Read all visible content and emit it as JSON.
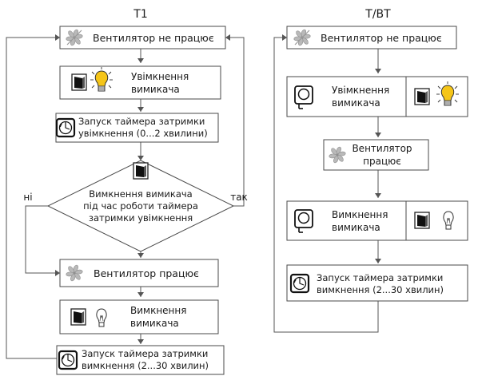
{
  "t1": {
    "title": "T1",
    "fan_off": "Вентилятор не працює",
    "switch_on": [
      "Увімкнення",
      "вимикача"
    ],
    "timer_on": [
      "Запуск таймера затримки",
      "увімкнення (0...2 хвилини)"
    ],
    "decision": [
      "Вимкнення вимикача",
      "під час роботи таймера",
      "затримки увімкнення"
    ],
    "no_label": "ні",
    "yes_label": "так",
    "fan_on": "Вентилятор працює",
    "switch_off": [
      "Вимкнення",
      "вимикача"
    ],
    "timer_off": [
      "Запуск таймера затримки",
      "вимкнення (2...30 хвилин)"
    ]
  },
  "tbt": {
    "title": "T/BT",
    "fan_off": "Вентилятор не працює",
    "switch_on": [
      "Увімкнення",
      "вимикача"
    ],
    "fan_on": [
      "Вентилятор",
      "працює"
    ],
    "switch_off": [
      "Вимкнення",
      "вимикача"
    ],
    "timer_off": [
      "Запуск таймера затримки",
      "вимкнення (2...30 хвилин)"
    ]
  },
  "icons": [
    "fan-icon",
    "fan-off-icon",
    "switch-icon",
    "bulb-on-icon",
    "bulb-off-icon",
    "timer-icon",
    "sensor-icon"
  ],
  "colors": {
    "line": "#555555",
    "box_border": "#4a4a4a",
    "fan": "#b9b9b9",
    "bulb_on": "#f5c518"
  }
}
